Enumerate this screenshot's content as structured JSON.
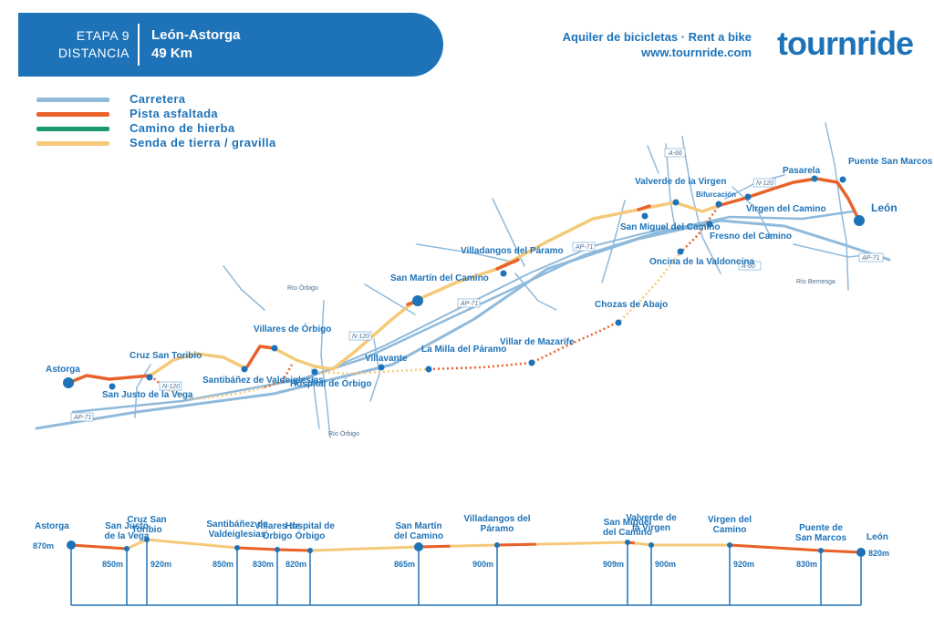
{
  "header": {
    "etapa_label": "ETAPA 9",
    "distancia_label": "DISTANCIA",
    "stage_name": "León-Astorga",
    "distance": "49 Km"
  },
  "brand": {
    "tagline": "Aquiler de bicicletas · Rent a bike",
    "website": "www.tournride.com",
    "logo_text": "tournride"
  },
  "legend": [
    {
      "label": "Carretera",
      "color": "#8fbadc"
    },
    {
      "label": "Pista asfaltada",
      "color": "#e8622a"
    },
    {
      "label": "Camino de hierba",
      "color": "#1a9a6b"
    },
    {
      "label": "Senda de tierra / gravilla",
      "color": "#f5c97a"
    }
  ],
  "colors": {
    "brand_blue": "#1e73b8",
    "road": "#8fbadc",
    "asphalt": "#e8622a",
    "gravel": "#f5c97a",
    "text_blue": "#1e73b8"
  },
  "map": {
    "places": {
      "leon": "León",
      "puente_san_marcos": "Puente San Marcos",
      "pasarela": "Pasarela",
      "bifurcacion": "Bifurcación",
      "virgen_del_camino": "Virgen del Camino",
      "fresno_del_camino": "Fresno del Camino",
      "oncina": "Oncina de la Valdoncina",
      "valverde": "Valverde de la Virgen",
      "san_miguel": "San Miguel del Camino",
      "villadangos": "Villadangos del Páramo",
      "chozas": "Chozas de Abajo",
      "villar_mazarife": "Villar de Mazarife",
      "san_martin": "San Martín del Camino",
      "la_milla": "La Milla del Páramo",
      "villavante": "Villavante",
      "villares": "Villares de Órbigo",
      "hospital": "Hospital de Órbigo",
      "santibanez": "Santibáñez de Valdeiglesias",
      "cruz_san_toribio": "Cruz San Toribio",
      "san_justo": "San Justo de la Vega",
      "astorga": "Astorga"
    },
    "road_labels": {
      "a66": "A-66",
      "n120_east": "N-120",
      "ap71_east": "AP-71",
      "a60": "A-60",
      "ap71_far": "AP-71",
      "ap71_mid": "AP-71",
      "n120_mid": "N-120",
      "n120_west": "N-120",
      "ap71_west": "AP-71"
    },
    "rivers": {
      "rio_bernesga": "Río Bernesga",
      "rio_orbigo_north": "Río Órbigo",
      "rio_orbigo_south": "Río Órbigo"
    }
  },
  "profile": {
    "points": [
      {
        "name": "Astorga",
        "alt": "870m"
      },
      {
        "name": "San Justo de la Vega",
        "alt": "850m"
      },
      {
        "name": "Cruz San Toribio",
        "alt": "920m"
      },
      {
        "name": "Santibáñez de Valdeiglesias",
        "alt": "850m"
      },
      {
        "name": "Villares de Órbigo",
        "alt": "830m"
      },
      {
        "name": "Hospital de Órbigo",
        "alt": "820m"
      },
      {
        "name": "San Martín del Camino",
        "alt": "865m"
      },
      {
        "name": "Villadangos del Páramo",
        "alt": "900m"
      },
      {
        "name": "San Miguel del Camino",
        "alt": "909m"
      },
      {
        "name": "Valverde de la Virgen",
        "alt": "900m"
      },
      {
        "name": "Virgen del Camino",
        "alt": "920m"
      },
      {
        "name": "Puente de San Marcos",
        "alt": "830m"
      },
      {
        "name": "León",
        "alt": "820m"
      }
    ]
  }
}
